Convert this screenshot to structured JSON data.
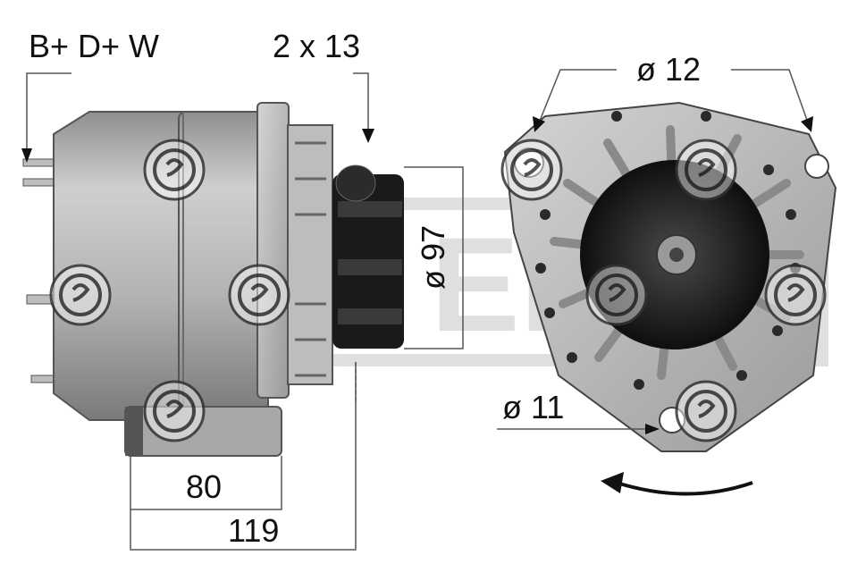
{
  "labels": {
    "terminals": "B+ D+ W",
    "pulley": "2 x 13",
    "pulley_diameter": "ø 97",
    "bolt_spacing": "ø 12",
    "mount_hole": "ø 11",
    "length_body": "80",
    "length_total": "119"
  },
  "colors": {
    "background": "#ffffff",
    "metal_light": "#c9c9c9",
    "metal_mid": "#a7a7a7",
    "metal_dark": "#6e6e6e",
    "pulley": "#1c1c1c",
    "dimension_line": "#555555",
    "watermark": "#3a3a3a"
  },
  "watermark_icons": [
    "sartor-hellas-logo-icon"
  ]
}
